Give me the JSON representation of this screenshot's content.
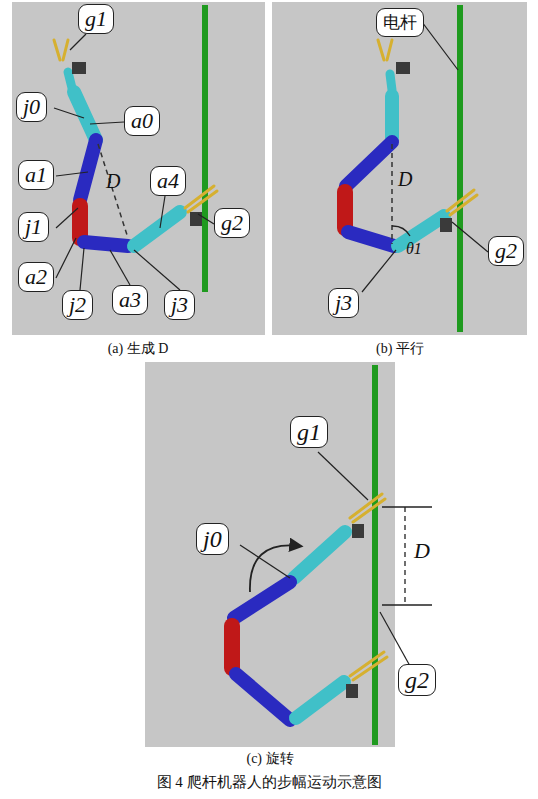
{
  "diagram": {
    "caption": "图 4 爬杆机器人的步幅运动示意图",
    "nodes": [
      {
        "text": [
          "g1"
        ]
      },
      {
        "text": [
          "j0"
        ]
      },
      {
        "text": [
          "a0"
        ]
      },
      {
        "text": [
          "a1"
        ]
      },
      {
        "text": [
          "j1"
        ]
      },
      {
        "text": [
          "a4"
        ]
      },
      {
        "text": [
          "g2"
        ]
      },
      {
        "text": [
          "a2"
        ]
      },
      {
        "text": [
          "j2"
        ]
      },
      {
        "text": [
          "a3"
        ]
      },
      {
        "text": [
          "j3"
        ]
      },
      {
        "text": [
          "电杆"
        ]
      },
      {
        "text": [
          "g2"
        ]
      },
      {
        "text": [
          "j3"
        ]
      },
      {
        "text": [
          "g1"
        ]
      },
      {
        "text": [
          "j0"
        ]
      },
      {
        "text": [
          "g2"
        ]
      }
    ],
    "labels": [
      "D",
      "(a) 生成 D",
      "D",
      "θ1",
      "(b) 平行",
      "D",
      "(c) 旋转"
    ]
  }
}
